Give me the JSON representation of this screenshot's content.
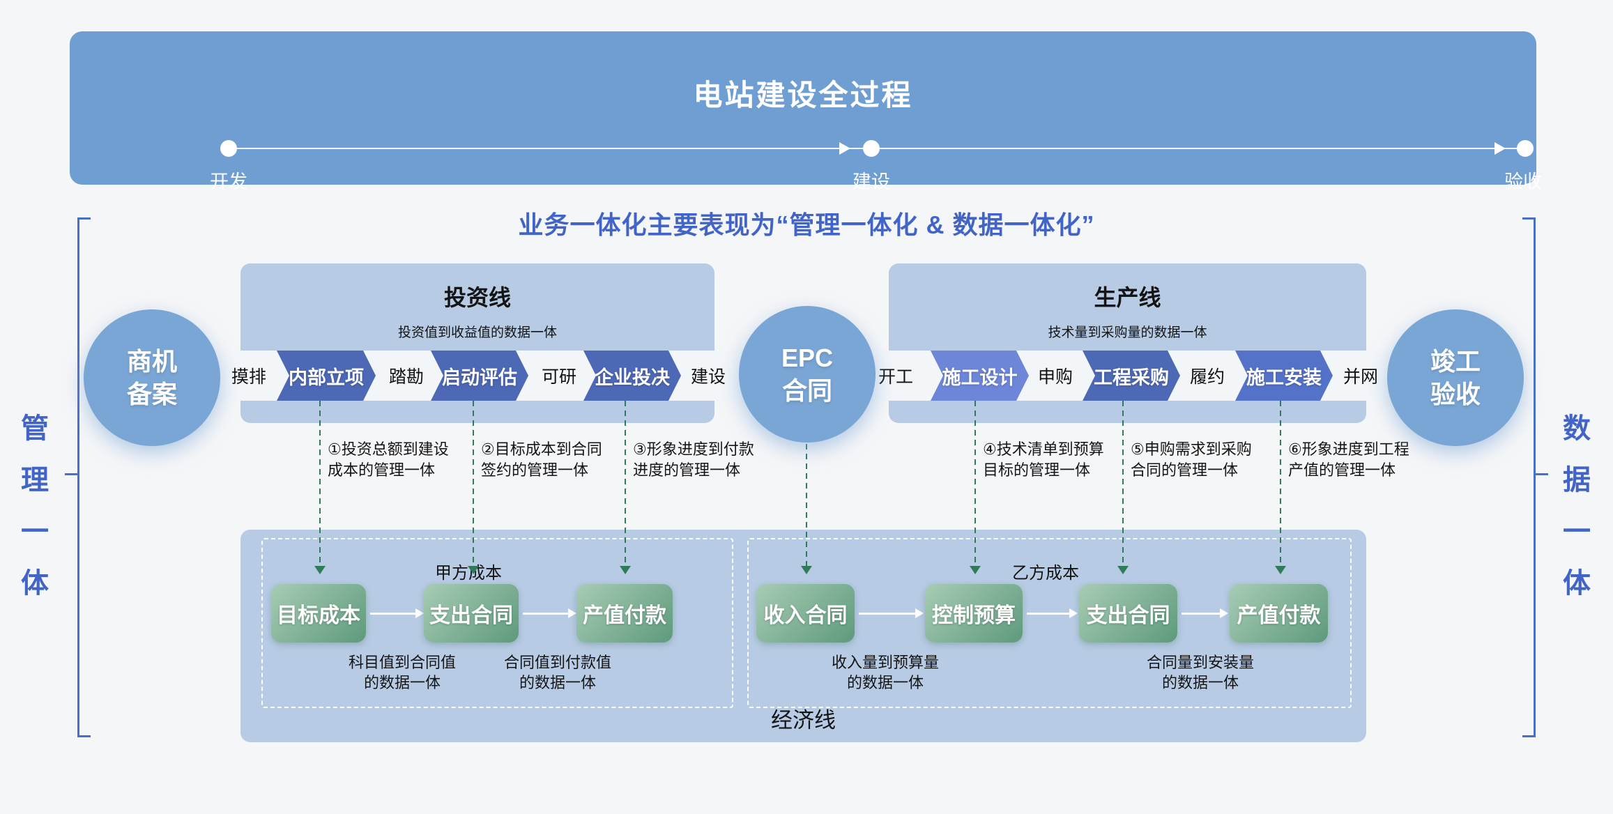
{
  "banner": {
    "title": "电站建设全过程",
    "milestones": [
      {
        "label": "开发"
      },
      {
        "label": "建设"
      },
      {
        "label": "验收"
      }
    ]
  },
  "headline": "业务一体化主要表现为“管理一体化 & 数据一体化”",
  "side_labels": {
    "left": "管理一体",
    "right": "数据一体"
  },
  "circles": {
    "left": {
      "line1": "商机",
      "line2": "备案"
    },
    "center": {
      "line1": "EPC",
      "line2": "合同"
    },
    "right": {
      "line1": "竣工",
      "line2": "验收"
    }
  },
  "invest_line": {
    "title": "投资线",
    "subtitle": "投资值到收益值的数据一体",
    "steps": [
      {
        "label": "摸排"
      },
      {
        "label": "内部立项"
      },
      {
        "label": "踏勘"
      },
      {
        "label": "启动评估"
      },
      {
        "label": "可研"
      },
      {
        "label": "企业投决"
      },
      {
        "label": "建设"
      }
    ]
  },
  "produce_line": {
    "title": "生产线",
    "subtitle": "技术量到采购量的数据一体",
    "steps": [
      {
        "label": "开工"
      },
      {
        "label": "施工设计"
      },
      {
        "label": "申购"
      },
      {
        "label": "工程采购"
      },
      {
        "label": "履约"
      },
      {
        "label": "施工安装"
      },
      {
        "label": "并网"
      }
    ]
  },
  "annotations": [
    {
      "line1": "①投资总额到建设",
      "line2": "成本的管理一体"
    },
    {
      "line1": "②目标成本到合同",
      "line2": "签约的管理一体"
    },
    {
      "line1": "③形象进度到付款",
      "line2": "进度的管理一体"
    },
    {
      "line1": "④技术清单到预算",
      "line2": "目标的管理一体"
    },
    {
      "line1": "⑤申购需求到采购",
      "line2": "合同的管理一体"
    },
    {
      "line1": "⑥形象进度到工程",
      "line2": "产值的管理一体"
    }
  ],
  "economy_line": {
    "title": "经济线",
    "party_a": {
      "label": "甲方成本",
      "boxes": [
        {
          "label": "目标成本"
        },
        {
          "label": "支出合同"
        },
        {
          "label": "产值付款"
        }
      ],
      "captions": [
        {
          "line1": "科目值到合同值",
          "line2": "的数据一体"
        },
        {
          "line1": "合同值到付款值",
          "line2": "的数据一体"
        }
      ]
    },
    "party_b": {
      "label": "乙方成本",
      "boxes": [
        {
          "label": "收入合同"
        },
        {
          "label": "控制预算"
        },
        {
          "label": "支出合同"
        },
        {
          "label": "产值付款"
        }
      ],
      "captions": [
        {
          "line1": "收入量到预算量",
          "line2": "的数据一体"
        },
        {
          "line1": "合同量到安装量",
          "line2": "的数据一体"
        }
      ]
    }
  },
  "colors": {
    "banner_blue": "#6f9ed3",
    "panel_blue": "#b7cbe4",
    "chevron_dark_blue": "#4d68b5",
    "chevron_light_blue": "#6d86d8",
    "chevron_mid_blue": "#5372c8",
    "circle_blue": "#7aa6d6",
    "headline_blue": "#4164c6",
    "connector_green": "#2f7a58",
    "green_box_from": "#a7ccb4",
    "green_box_to": "#5e9a7c"
  }
}
